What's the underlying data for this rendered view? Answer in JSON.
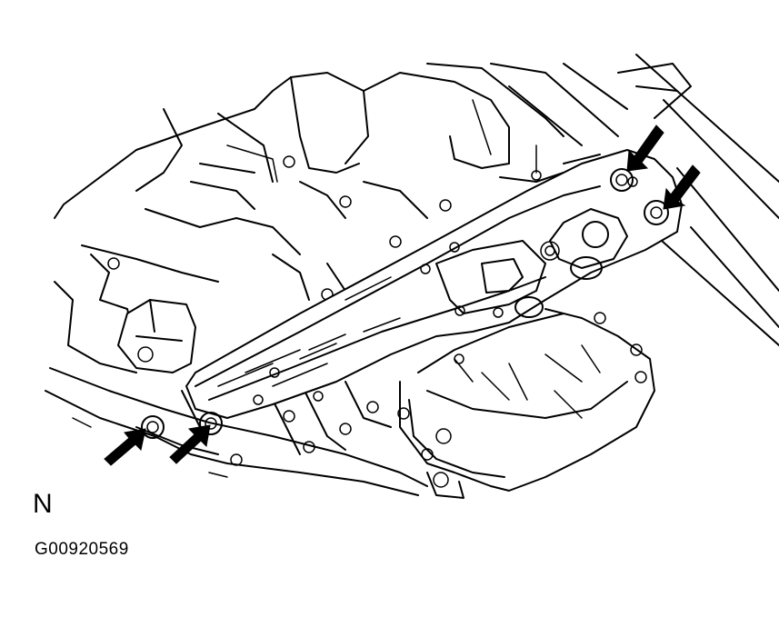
{
  "figure": {
    "view_letter": "N",
    "figure_id": "G00920569"
  },
  "callouts": [
    {
      "name": "arrow-front-right-bolt"
    },
    {
      "name": "arrow-rear-right-bolt"
    },
    {
      "name": "arrow-left-outer-bolt"
    },
    {
      "name": "arrow-left-inner-bolt"
    }
  ],
  "colors": {
    "line": "#000000",
    "background": "#ffffff"
  }
}
